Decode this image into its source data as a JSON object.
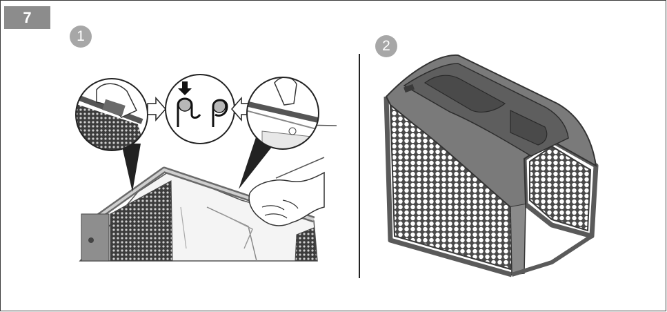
{
  "step": {
    "number": "7"
  },
  "panels": [
    {
      "number": "1"
    },
    {
      "number": "2"
    }
  ]
}
